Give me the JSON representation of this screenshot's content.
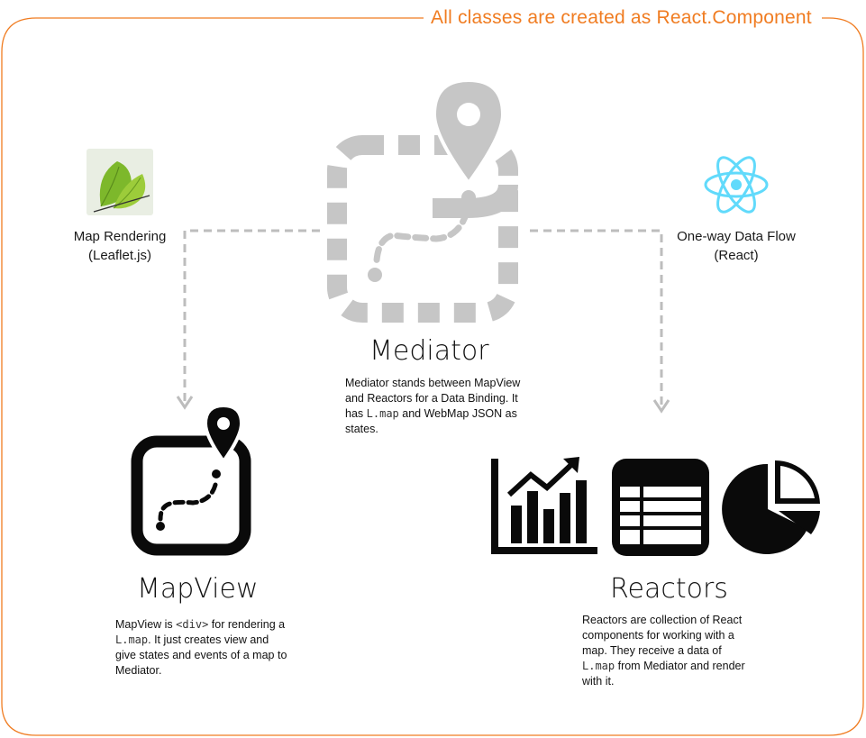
{
  "banner": "All classes are created as React.Component",
  "colors": {
    "accent": "#f07c21",
    "connector": "#bdbdbd",
    "icon_dark": "#0a0a0a",
    "react": "#61dafb"
  },
  "leaflet": {
    "icon": "leaf-icon",
    "label_line1": "Map Rendering",
    "label_line2": "(Leaflet.js)"
  },
  "react": {
    "icon": "react-atom-icon",
    "label_line1": "One-way Data Flow",
    "label_line2": "(React)"
  },
  "mediator": {
    "icon": "map-pin-route-icon",
    "title": "Mediator",
    "desc_1": "Mediator stands between MapView and Reactors for a Data Binding. It has ",
    "desc_code": "L.map",
    "desc_2": " and WebMap JSON as states."
  },
  "mapview": {
    "icon": "map-pin-route-icon",
    "title": "MapView",
    "desc_1": "MapView is ",
    "desc_code_1": "<div>",
    "desc_2": " for rendering a ",
    "desc_code_2": "L.map",
    "desc_3": ". It just creates view and give states and events of a map to Mediator."
  },
  "reactors": {
    "icons": [
      "bar-chart-icon",
      "table-icon",
      "pie-chart-icon"
    ],
    "title": "Reactors",
    "desc_1": "Reactors are collection of React components for working with a map. They receive a data of ",
    "desc_code": "L.map",
    "desc_2": " from Mediator and render with it."
  }
}
